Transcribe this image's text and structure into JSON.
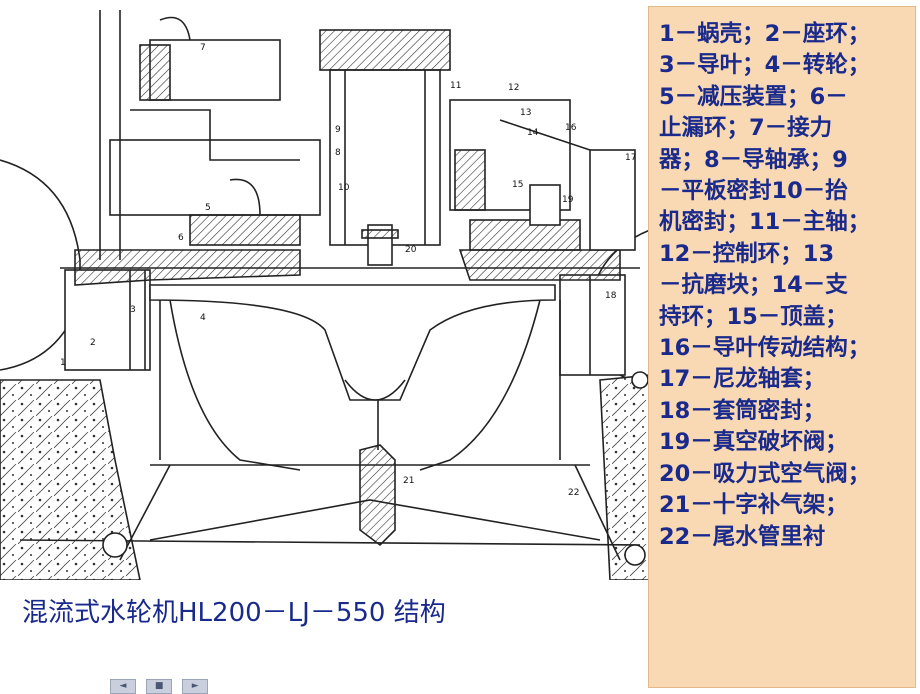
{
  "caption": "混流式水轮机HL200－LJ－550 结构",
  "legend_lines": [
    "1－蜗壳；2－座环；",
    "3－导叶；4－转轮；",
    "5－减压装置；6－",
    "止漏环；7－接力",
    "器；8－导轴承；9",
    "－平板密封10－抬",
    "机密封；11－主轴；",
    "12－控制环；13",
    "－抗磨块；14－支",
    "持环；15－顶盖；",
    "16－导叶传动结构；",
    "17－尼龙轴套；",
    "18－套筒密封；",
    "19－真空破坏阀；",
    "20－吸力式空气阀；",
    "21－十字补气架；",
    "22－尾水管里衬"
  ],
  "drawing_labels": [
    "1",
    "2",
    "3",
    "4",
    "5",
    "6",
    "7",
    "8",
    "9",
    "10",
    "11",
    "12",
    "13",
    "14",
    "15",
    "16",
    "17",
    "18",
    "19",
    "20",
    "21",
    "22"
  ],
  "nav": {
    "prev_icon": "◄",
    "menu_icon": "■",
    "next_icon": "►"
  },
  "colors": {
    "legend_bg": "#f9d9b3",
    "text": "#1a2a8c",
    "line": "#222222"
  }
}
